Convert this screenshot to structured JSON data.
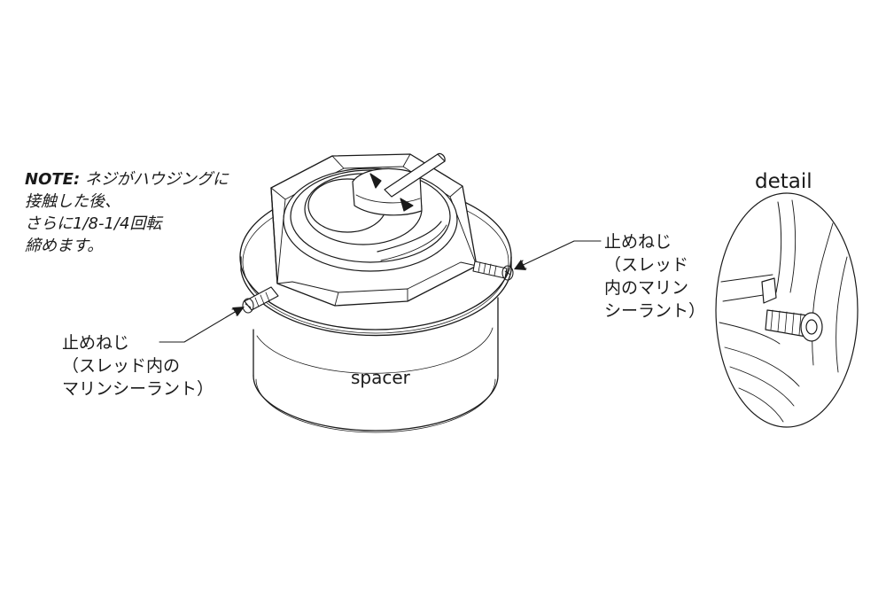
{
  "note": {
    "label": "NOTE:",
    "line1": "ネジがハウジングに",
    "line2": "接触した後、",
    "line3": "さらに1/8-1/4回転",
    "line4": "締めます。"
  },
  "callout_left": {
    "line1": "止めねじ",
    "line2": "（スレッド内の",
    "line3": "マリンシーラント）"
  },
  "callout_right": {
    "line1": "止めねじ",
    "line2": "（スレッド",
    "line3": "内のマリン",
    "line4": "シーラント）"
  },
  "spacer_label": "spacer",
  "detail_label": "detail",
  "colors": {
    "ink": "#1a1a1a",
    "background": "#ffffff"
  }
}
